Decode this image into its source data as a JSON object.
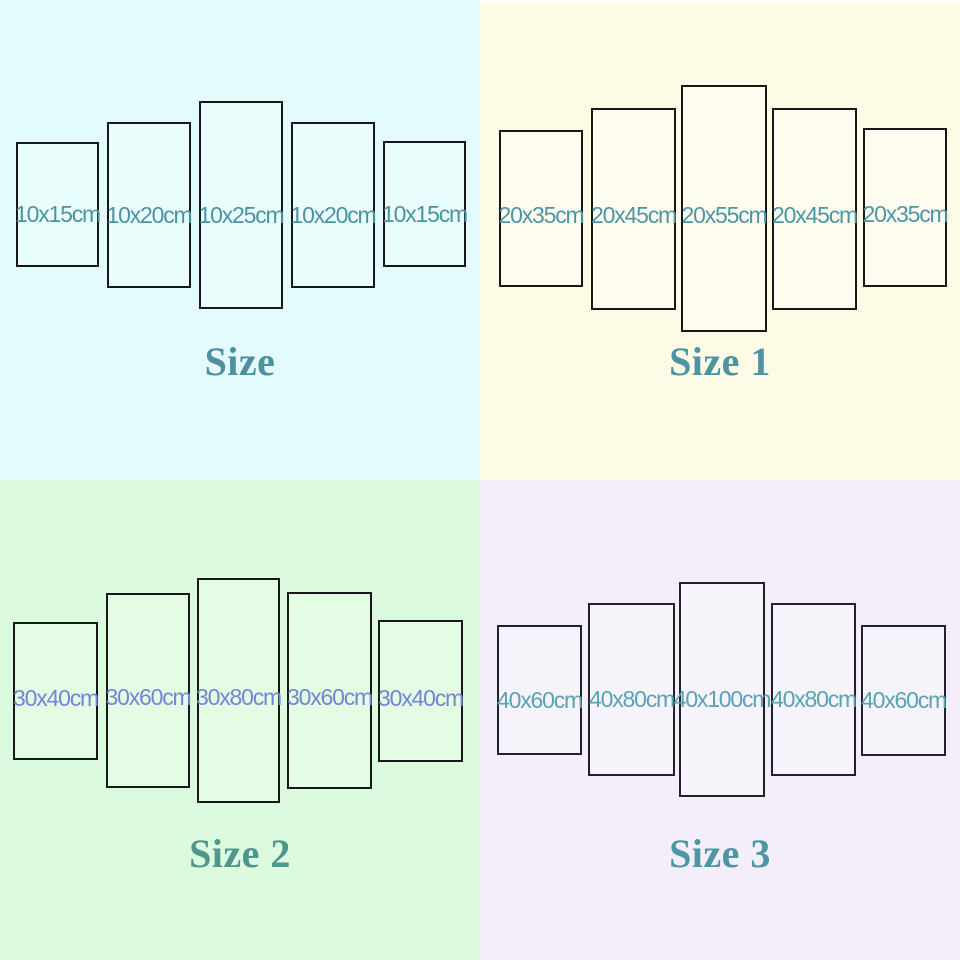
{
  "page": {
    "type": "canvas-panel-size-chart",
    "quadrant_count": 4,
    "panels_per_quadrant": 5
  },
  "quadrants": [
    {
      "title": "Size",
      "panels": [
        "10x15cm",
        "10x20cm",
        "10x25cm",
        "10x20cm",
        "10x15cm"
      ],
      "bg_color": "#e3fbfc",
      "panel_fill": "#eafdfd",
      "panel_border": "#171717",
      "label_color": "#4a93a4",
      "title_color": "#4e8fa0"
    },
    {
      "title": "Size 1",
      "panels": [
        "20x35cm",
        "20x45cm",
        "20x55cm",
        "20x45cm",
        "20x35cm"
      ],
      "bg_color": "#fdfbe6",
      "panel_fill": "#fdfcee",
      "panel_border": "#171717",
      "label_color": "#4d96a6",
      "title_color": "#4e92a3"
    },
    {
      "title": "Size 2",
      "panels": [
        "30x40cm",
        "30x60cm",
        "30x80cm",
        "30x60cm",
        "30x40cm"
      ],
      "bg_color": "#dcfadd",
      "panel_fill": "#e3fce3",
      "panel_border": "#171717",
      "label_color": "#7286d5",
      "title_color": "#4f968f"
    },
    {
      "title": "Size 3",
      "panels": [
        "40x60cm",
        "40x80cm",
        "40x100cm",
        "40x80cm",
        "40x60cm"
      ],
      "bg_color": "#f3eef9",
      "panel_fill": "#f7f3fb",
      "panel_border": "#22222b",
      "label_color": "#58a4b2",
      "title_color": "#4d97a5"
    }
  ]
}
